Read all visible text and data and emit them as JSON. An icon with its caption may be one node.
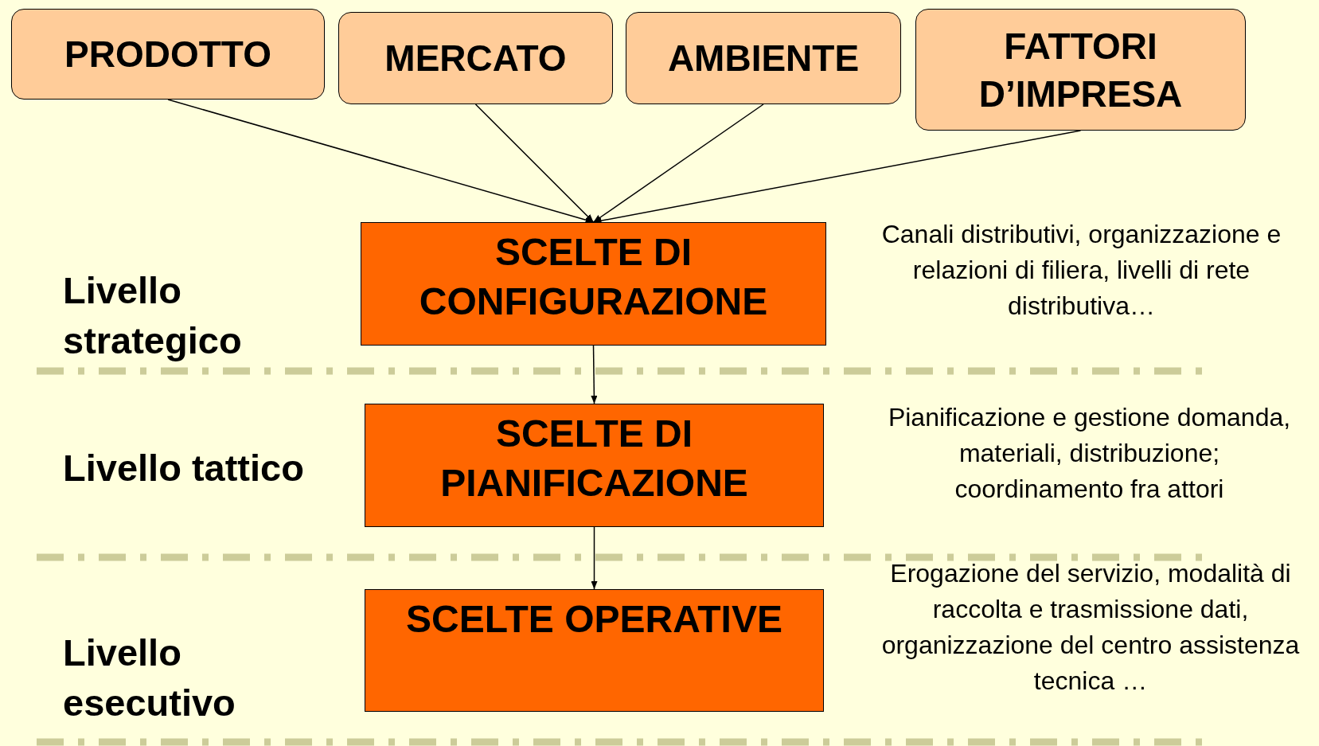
{
  "diagram": {
    "nodes": [
      {
        "text": [
          "PRODOTTO"
        ]
      },
      {
        "text": [
          "MERCATO"
        ]
      },
      {
        "text": [
          "AMBIENTE"
        ]
      },
      {
        "text": [
          "FATTORI D’IMPRESA"
        ]
      },
      {
        "text": [
          "SCELTE DI CONFIGURAZIONE"
        ]
      },
      {
        "text": [
          "SCELTE DI PIANIFICAZIONE"
        ]
      },
      {
        "text": [
          "SCELTE OPERATIVE"
        ]
      }
    ],
    "edges": [
      {
        "from": 0,
        "to": 4,
        "arrow": "to"
      },
      {
        "from": 1,
        "to": 4,
        "arrow": "to"
      },
      {
        "from": 2,
        "to": 4,
        "arrow": "to"
      },
      {
        "from": 3,
        "to": 4,
        "arrow": "to"
      },
      {
        "from": 4,
        "to": 5,
        "arrow": "to"
      },
      {
        "from": 5,
        "to": 6,
        "arrow": "to"
      }
    ],
    "labels": [
      "Livello strategico",
      "Canali distributivi, organizzazione e relazioni di filiera, livelli di rete distributiva…",
      "Livello tattico",
      "Pianificazione e gestione domanda, materiali, distribuzione; coordinamento fra attori",
      "Livello esecutivo",
      "Erogazione del servizio, modalità di raccolta e trasmissione dati, organizzazione del centro assistenza tecnica …"
    ]
  }
}
